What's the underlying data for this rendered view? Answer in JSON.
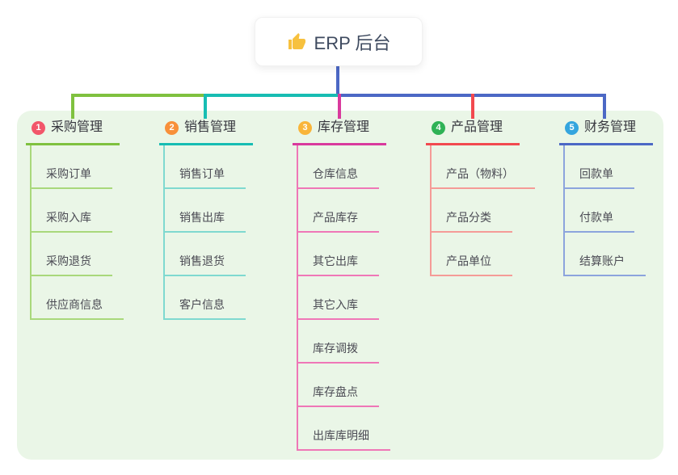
{
  "root": {
    "title": "ERP 后台",
    "icon": "thumbs-up-icon"
  },
  "branches": [
    {
      "num": "1",
      "title": "采购管理",
      "badge_color": "#f2566a",
      "line_color": "#7fc13f",
      "child_line_color": "#a9d87b",
      "children": [
        "采购订单",
        "采购入库",
        "采购退货",
        "供应商信息"
      ]
    },
    {
      "num": "2",
      "title": "销售管理",
      "badge_color": "#f8903a",
      "line_color": "#17bdb3",
      "child_line_color": "#7fd9d0",
      "children": [
        "销售订单",
        "销售出库",
        "销售退货",
        "客户信息"
      ]
    },
    {
      "num": "3",
      "title": "库存管理",
      "badge_color": "#f9b53a",
      "line_color": "#d93a9d",
      "child_line_color": "#ef77b7",
      "children": [
        "仓库信息",
        "产品库存",
        "其它出库",
        "其它入库",
        "库存调拨",
        "库存盘点",
        "出库库明细"
      ]
    },
    {
      "num": "4",
      "title": "产品管理",
      "badge_color": "#2fb256",
      "line_color": "#f2494f",
      "child_line_color": "#f59b97",
      "children": [
        "产品（物料）",
        "产品分类",
        "产品单位"
      ]
    },
    {
      "num": "5",
      "title": "财务管理",
      "badge_color": "#34a5de",
      "line_color": "#4c68c5",
      "child_line_color": "#8ca4dd",
      "children": [
        "回款单",
        "付款单",
        "结算账户"
      ]
    }
  ],
  "colors": {
    "panel_bg": "#eaf6e7",
    "root_connector": "#4c68c5",
    "title_text": "#36363e",
    "child_text": "#4b4b54"
  }
}
